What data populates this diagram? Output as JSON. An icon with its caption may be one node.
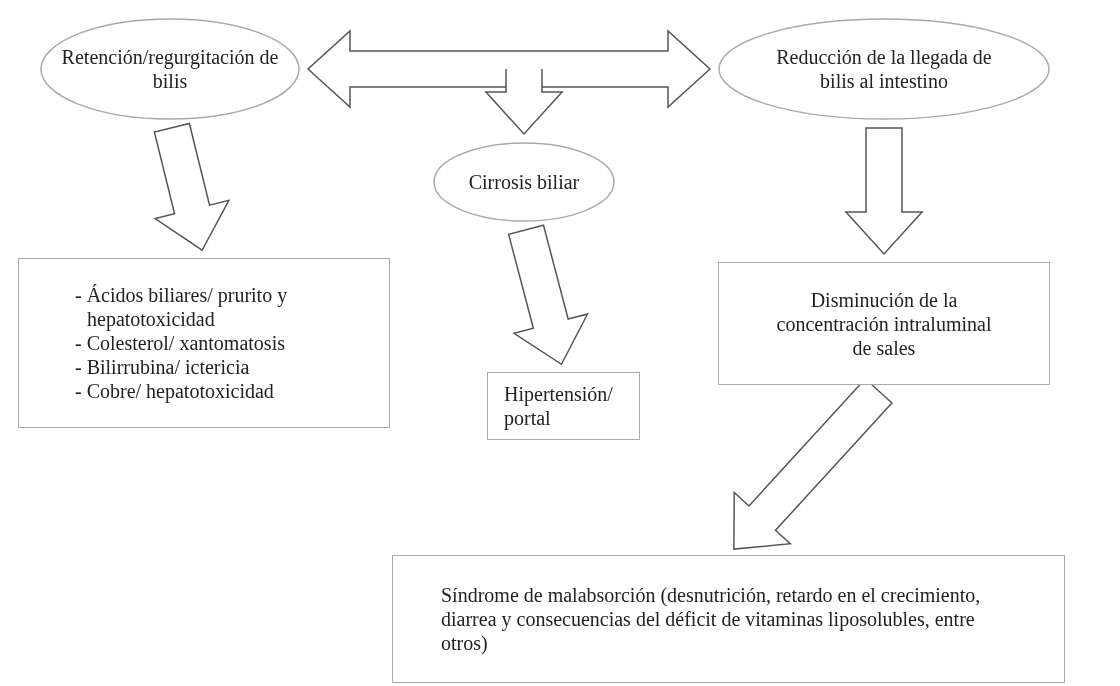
{
  "diagram": {
    "nodes": [
      {
        "text": [
          "Retención/regurgitación de bilis"
        ]
      },
      {
        "text": [
          "Reducción de la llegada de bilis al intestino"
        ]
      },
      {
        "text": [
          "Cirrosis biliar"
        ]
      },
      {
        "text": [
          "- Ácidos biliares/ prurito y hepatotoxicidad",
          "- Colesterol/ xantomatosis",
          "- Bilirrubina/ ictericia",
          "- Cobre/ hepatotoxicidad"
        ]
      },
      {
        "text": [
          "Hipertensión/ portal"
        ]
      },
      {
        "text": [
          "Disminución de la concentración intraluminal de sales"
        ]
      },
      {
        "text": [
          "Síndrome de malabsorción (desnutrición, retardo en el crecimiento, diarrea y consecuencias del déficit de vitaminas liposolubles, entre otros)"
        ]
      }
    ],
    "edges": [
      {
        "from": 0,
        "to": 1,
        "arrow": "both"
      },
      {
        "from": null,
        "to": 2,
        "arrow": "to"
      },
      {
        "from": 0,
        "to": 3,
        "arrow": "to"
      },
      {
        "from": 2,
        "to": 4,
        "arrow": "to"
      },
      {
        "from": 1,
        "to": 5,
        "arrow": "to"
      },
      {
        "from": 5,
        "to": 6,
        "arrow": "to"
      }
    ]
  }
}
